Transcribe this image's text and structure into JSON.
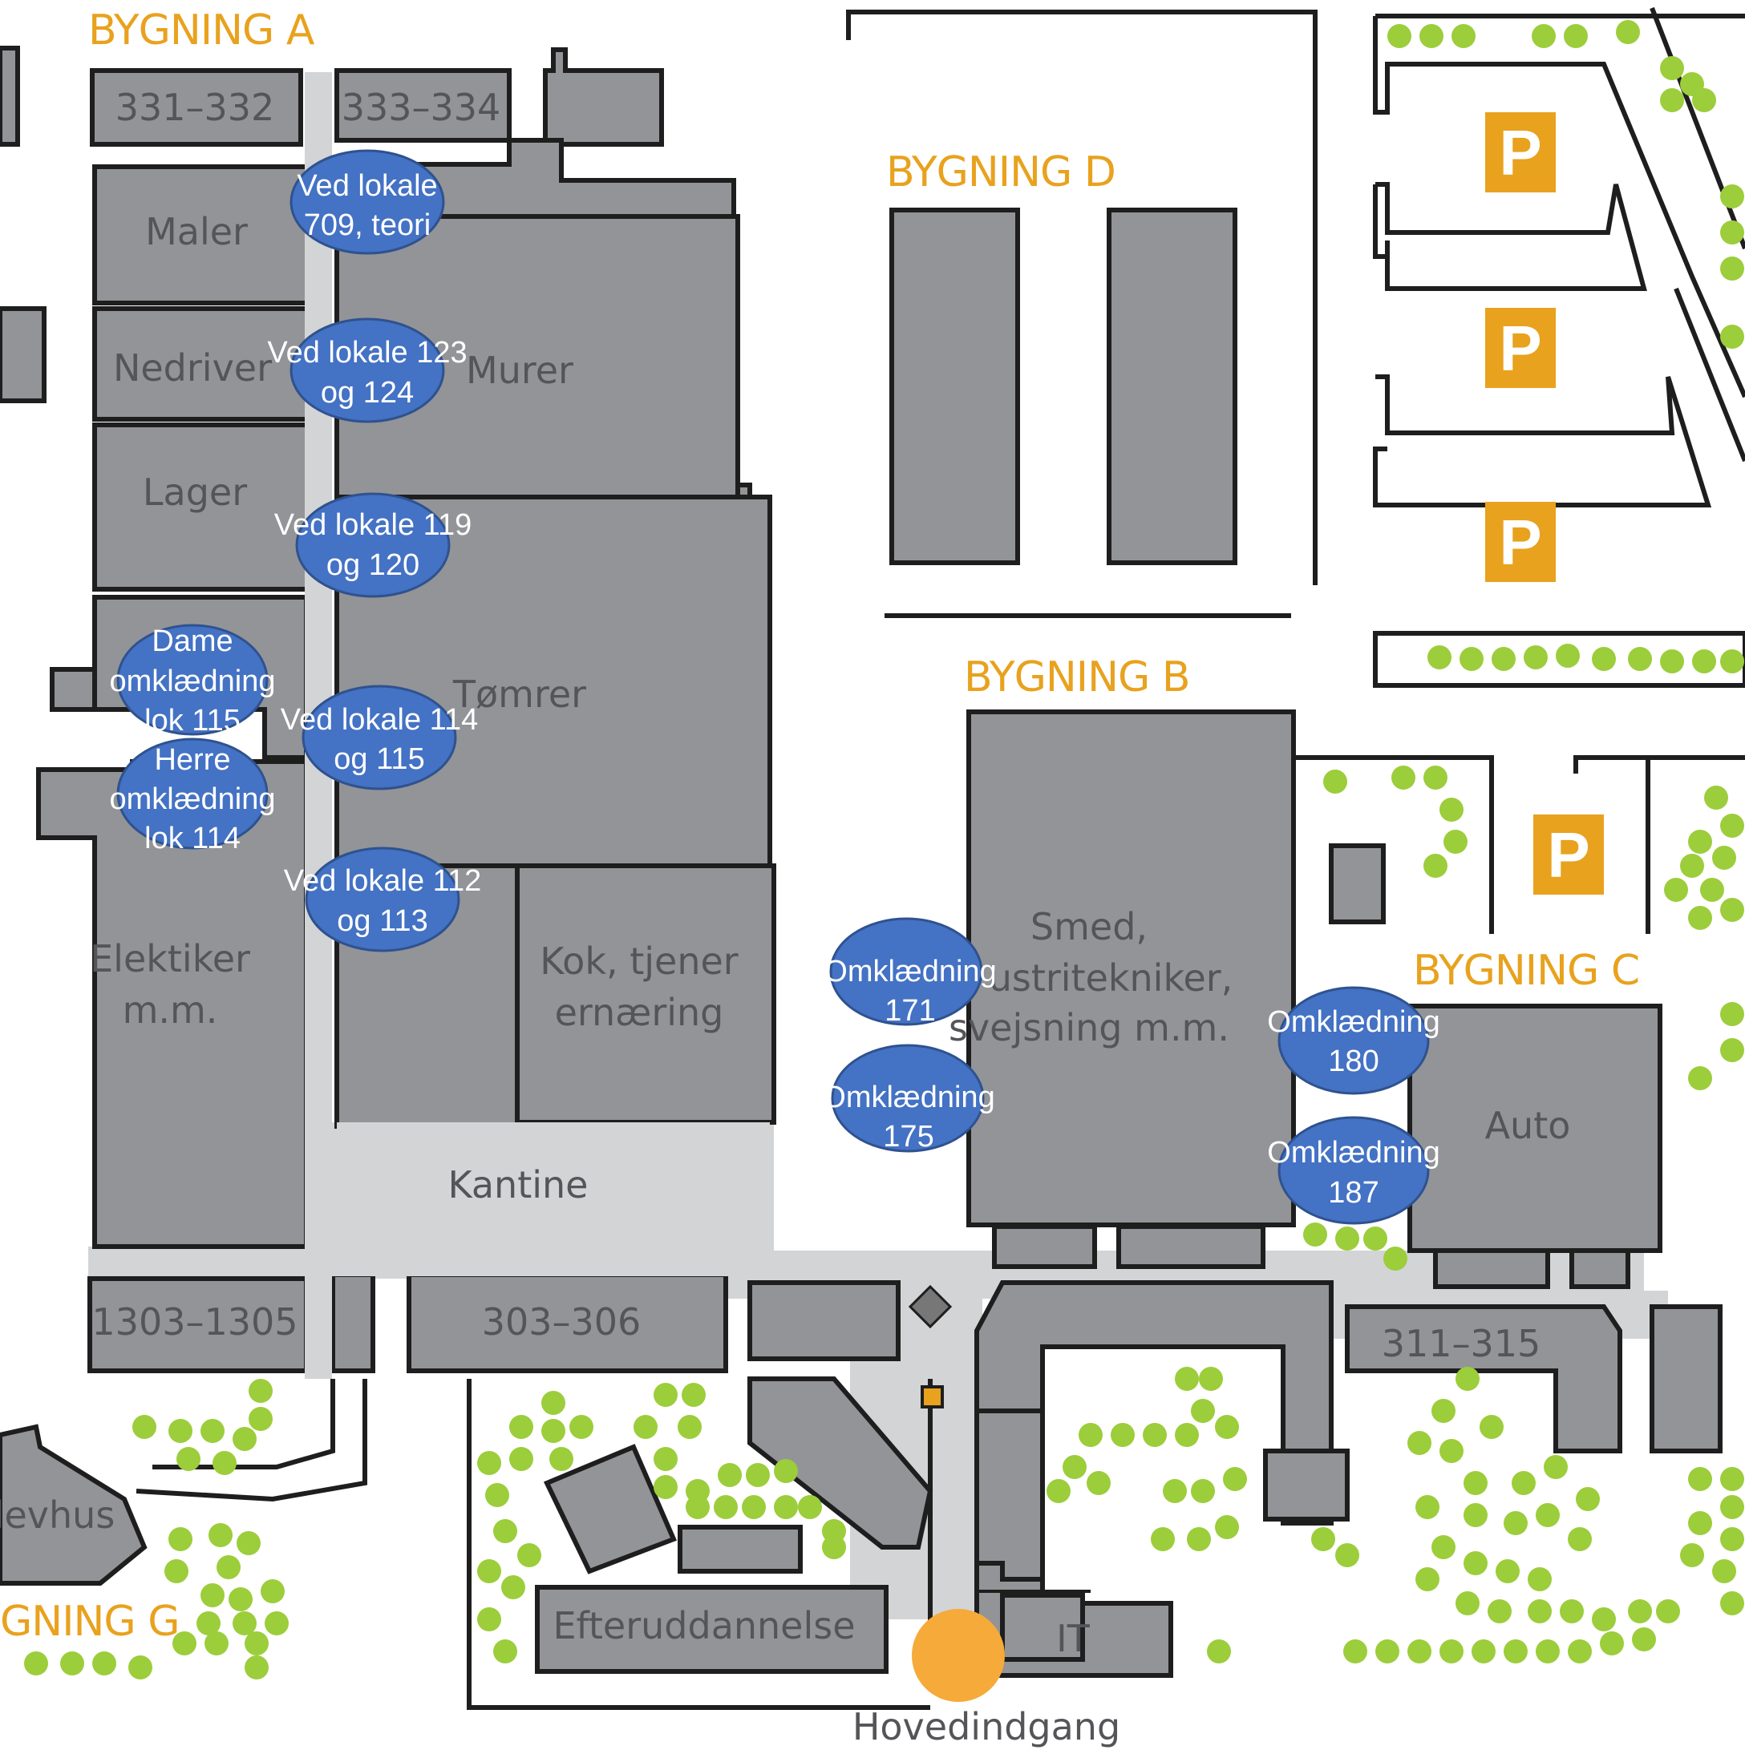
{
  "colors": {
    "building": "#939497",
    "building_stroke": "#1e1e1e",
    "path": "#d3d4d6",
    "label_text": "#555559",
    "building_label": "#e8a21e",
    "parking": "#e8a21e",
    "marker_fill": "#4472c4",
    "marker_stroke": "#2f528f",
    "entrance": "#f6aa3a",
    "tree": "#9ccd3b"
  },
  "building_labels": {
    "a": "BYGNING A",
    "b": "BYGNING B",
    "c": "BYGNING C",
    "d": "BYGNING D",
    "g": "GNING G"
  },
  "rooms": {
    "r331": "331–332",
    "r333": "333–334",
    "maler": "Maler",
    "nedriver": "Nedriver",
    "murer": "Murer",
    "lager": "Lager",
    "tomrer": "Tømrer",
    "elektiker_1": "Elektiker",
    "elektiker_2": "m.m.",
    "kok_1": "Kok, tjener",
    "kok_2": "ernæring",
    "kantine": "Kantine",
    "r1303": "1303–1305",
    "r303": "303–306",
    "r311": "311–315",
    "elevhus": "levhus",
    "efteruddannelse": "Efteruddannelse",
    "it": "IT",
    "smed_1": "Smed,",
    "smed_2": "ustritekniker,",
    "smed_3": "svejsning m.m.",
    "auto": "Auto",
    "hovedindgang": "Hovedindgang"
  },
  "parking_label": "P",
  "markers": {
    "m709": [
      "Ved lokale",
      "709, teori"
    ],
    "m123": [
      "Ved lokale 123",
      "og 124"
    ],
    "m119": [
      "Ved lokale 119",
      "og 120"
    ],
    "dame": [
      "Dame",
      "omklædning",
      "lok 115"
    ],
    "m114": [
      "Ved lokale 114",
      "og 115"
    ],
    "herre": [
      "Herre",
      "omklædning",
      "lok 114"
    ],
    "m112": [
      "Ved lokale 112",
      "og 113"
    ],
    "m171": [
      "Omklædning",
      "171"
    ],
    "m175": [
      "Omklædning",
      "175"
    ],
    "m180": [
      "Omklædning",
      "180"
    ],
    "m187": [
      "Omklædning",
      "187"
    ]
  }
}
